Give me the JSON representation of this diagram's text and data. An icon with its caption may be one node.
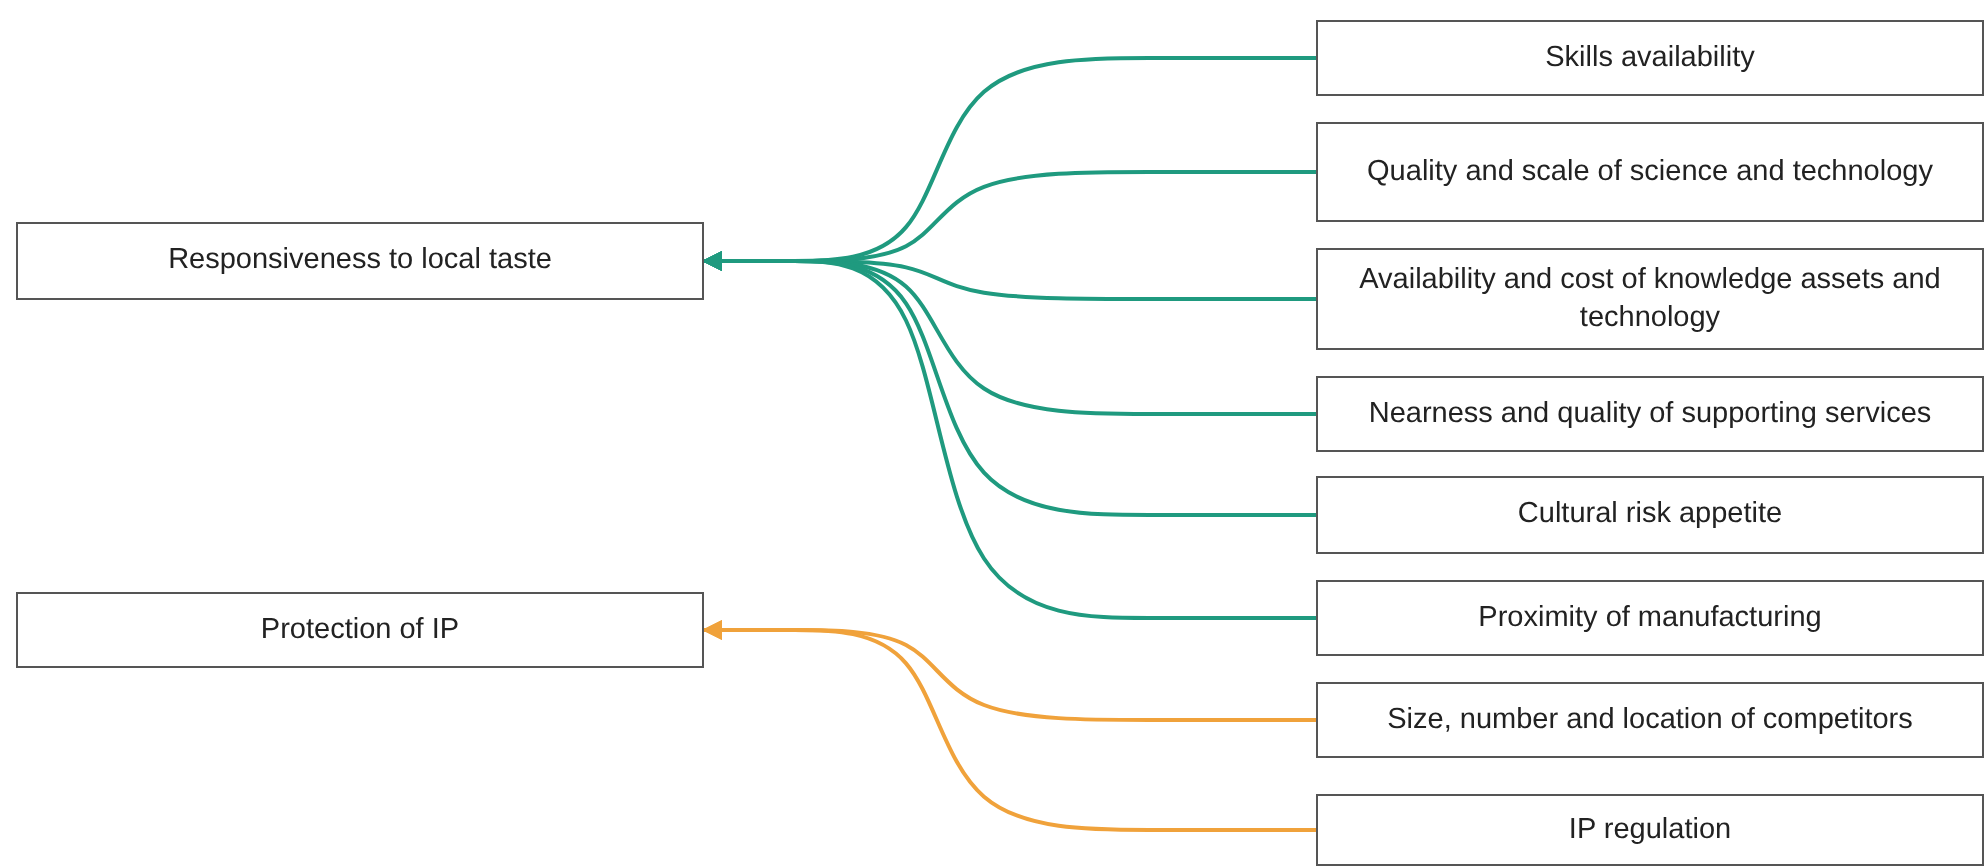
{
  "diagram": {
    "nodes": [
      {
        "text": [
          "Responsiveness to local taste"
        ]
      },
      {
        "text": [
          "Protection of IP"
        ]
      },
      {
        "text": [
          "Skills availability"
        ]
      },
      {
        "text": [
          "Quality and scale of science and technology"
        ]
      },
      {
        "text": [
          "Availability and cost of knowledge assets and technology"
        ]
      },
      {
        "text": [
          "Nearness and quality of supporting services"
        ]
      },
      {
        "text": [
          "Cultural risk appetite"
        ]
      },
      {
        "text": [
          "Proximity of manufacturing"
        ]
      },
      {
        "text": [
          "Size, number and location of competitors"
        ]
      },
      {
        "text": [
          "IP regulation"
        ]
      }
    ],
    "edges": [
      {
        "from": 2,
        "to": 0,
        "arrow": "to"
      },
      {
        "from": 3,
        "to": 0,
        "arrow": "to"
      },
      {
        "from": 4,
        "to": 0,
        "arrow": "to"
      },
      {
        "from": 5,
        "to": 0,
        "arrow": "to"
      },
      {
        "from": 6,
        "to": 0,
        "arrow": "to"
      },
      {
        "from": 7,
        "to": 0,
        "arrow": "to"
      },
      {
        "from": 8,
        "to": 1,
        "arrow": "to",
        "color": "#f0a23b"
      },
      {
        "from": 9,
        "to": 1,
        "arrow": "to",
        "color": "#f0a23b"
      }
    ]
  }
}
